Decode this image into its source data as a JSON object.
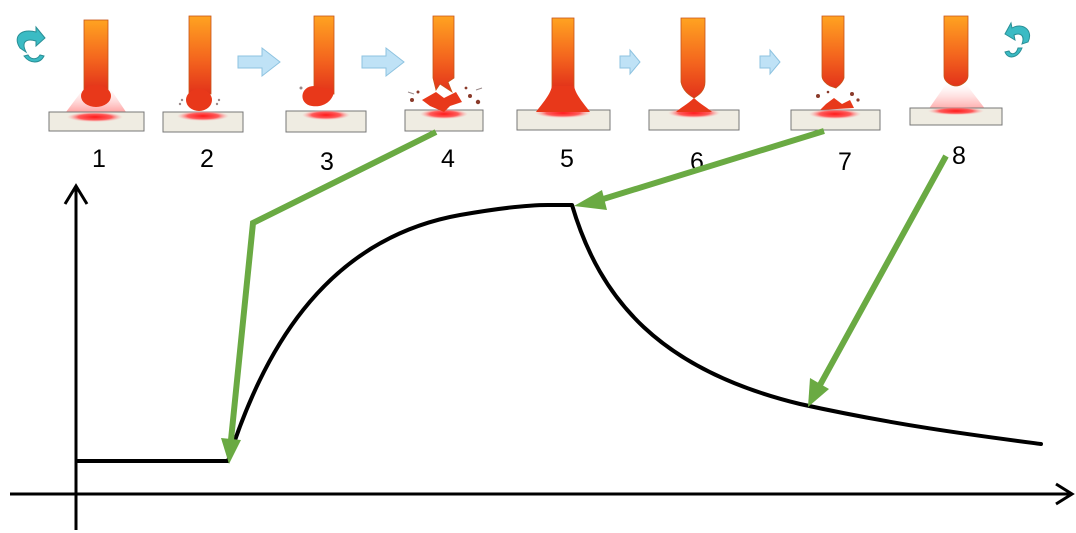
{
  "steps": [
    {
      "number": "1"
    },
    {
      "number": "2"
    },
    {
      "number": "3"
    },
    {
      "number": "4"
    },
    {
      "number": "5"
    },
    {
      "number": "6"
    },
    {
      "number": "7"
    },
    {
      "number": "8"
    }
  ],
  "icons": {
    "cycle_start": "cycle-arrow-icon",
    "cycle_end": "cycle-arrow-icon",
    "between_steps": "right-arrow-icon"
  },
  "colors": {
    "electrode_top": "#ff9a1e",
    "electrode_bottom": "#e8381a",
    "workpiece": "#efece2",
    "weld_pool": "#ff2a2a",
    "pointer_arrow": "#6aaa43",
    "flow_arrow": "#bfe2f6",
    "cycle_arrow": "#3bbbc4",
    "curve": "#000000"
  }
}
